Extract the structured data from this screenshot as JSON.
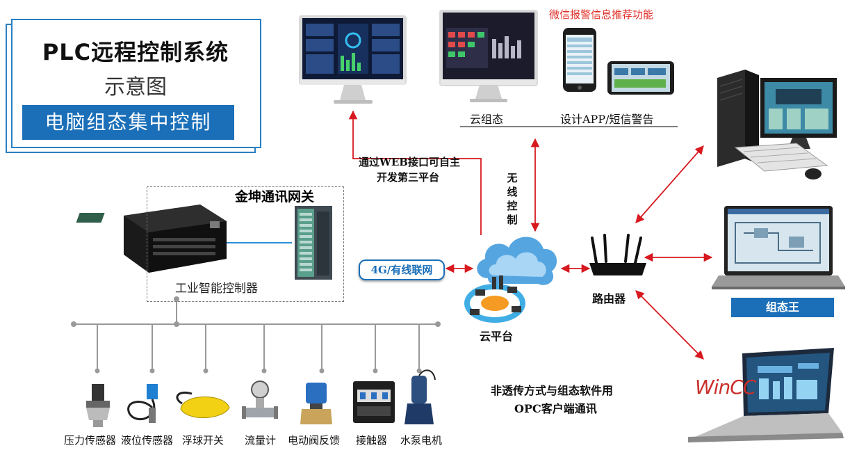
{
  "title": {
    "main": "PLC远程控制系统",
    "sub": "示意图",
    "banner": "电脑组态集中控制"
  },
  "labels": {
    "wechat_alert": "微信报警信息推荐功能",
    "cloud_scada": "云组态",
    "app_sms": "设计APP/短信警告",
    "web_api": [
      "通过WEB接口可自主",
      "开发第三平台"
    ],
    "wireless": "无线控制",
    "network": "4G/有线联网",
    "cloud_platform": "云平台",
    "router": "路由器",
    "zutai_wang": "组态王",
    "gateway": "金坤通讯网关",
    "controller": "工业智能控制器",
    "opc": [
      "非透传方式与组态软件用",
      "OPC客户端通讯"
    ],
    "wincc": "WinCC"
  },
  "devices": [
    "压力传感器",
    "液位传感器",
    "浮球开关",
    "流量计",
    "电动阀反馈",
    "接触器",
    "水泵电机"
  ],
  "icons": [
    "monitor-icon",
    "scada-monitor-icon",
    "smartphone-icon",
    "tablet-icon",
    "desktop-pc-icon",
    "laptop-icon",
    "cloud-icon",
    "router-icon",
    "plc-icon",
    "gateway-module-icon",
    "pressure-sensor-icon",
    "level-sensor-icon",
    "float-switch-icon",
    "flowmeter-icon",
    "valve-icon",
    "contactor-icon",
    "pump-icon"
  ],
  "colors": {
    "accent_blue": "#1b6fb8",
    "arrow_red": "#d7191f",
    "alert_red": "#e0312a"
  }
}
